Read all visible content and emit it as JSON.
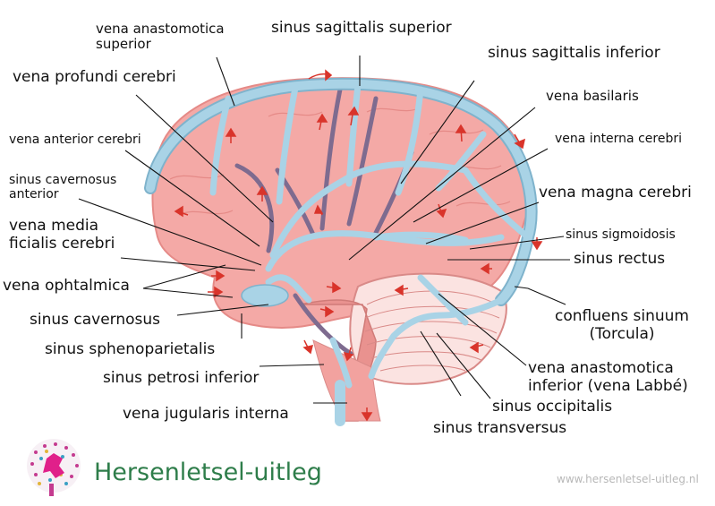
{
  "labels": {
    "vena_anastomotica_superior": [
      "vena anastomotica",
      "superior"
    ],
    "sinus_sagittalis_superior": "sinus sagittalis superior",
    "sinus_sagittalis_inferior": "sinus sagittalis inferior",
    "vena_profundi_cerebri": "vena profundi cerebri",
    "vena_basilaris": "vena basilaris",
    "vena_anterior_cerebri": "vena anterior cerebri",
    "vena_interna_cerebri": "vena interna cerebri",
    "sinus_cavernosus_anterior": [
      "sinus cavernosus",
      "anterior"
    ],
    "vena_magna_cerebri": "vena magna cerebri",
    "vena_media_ficialis_cerebri": [
      "vena media",
      "ficialis cerebri"
    ],
    "sinus_sigmoidosis": "sinus sigmoidosis",
    "sinus_rectus": "sinus rectus",
    "vena_ophtalmica": "vena ophtalmica",
    "sinus_cavernosus": "sinus cavernosus",
    "confluens_sinuum": [
      "confluens sinuum",
      "(Torcula)"
    ],
    "sinus_sphenoparietalis": "sinus sphenoparietalis",
    "vena_anastomotica_inferior": [
      "vena anastomotica",
      "inferior (vena Labbé)"
    ],
    "sinus_petrosi_inferior": "sinus petrosi inferior",
    "sinus_occipitalis": "sinus occipitalis",
    "vena_jugularis_interna": "vena jugularis interna",
    "sinus_transversus": "sinus transversus"
  },
  "branding": {
    "name": "Hersenletsel-uitleg",
    "url": "www.hersenletsel-uitleg.nl"
  },
  "colors": {
    "brain": "#f4a9a6",
    "brain_edge": "#e58a87",
    "vein": "#a9d3e6",
    "vein_edge": "#7fb3cc",
    "deep_vein": "#7e6b8f",
    "arrow": "#d9342b",
    "brand": "#2e7d4a"
  }
}
